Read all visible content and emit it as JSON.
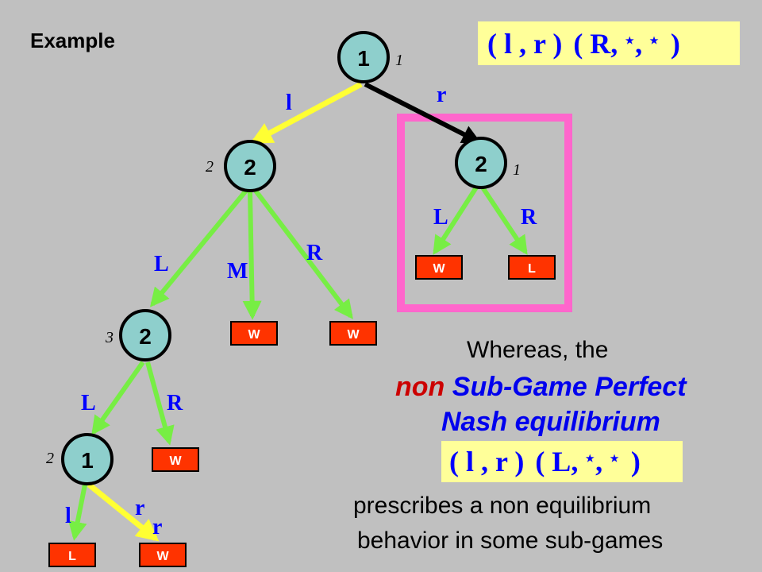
{
  "title": "Example",
  "strategy_top": {
    "open": "( l , r )",
    "mid": "( R,",
    "sep": ",",
    "close": ")",
    "star": "⋆"
  },
  "strategy_bottom": {
    "open": "( l , r )",
    "mid": "( L,",
    "sep": ",",
    "close": ")",
    "star": "⋆"
  },
  "text": {
    "whereas": "Whereas, the",
    "non": "non",
    "sgp": "Sub-Game Perfect",
    "nash": "Nash equilibrium",
    "prescribes": "prescribes a  non equilibrium",
    "behavior": "behavior in some sub-games"
  },
  "nodes": [
    {
      "id": "n1",
      "label": "1",
      "info": "1"
    },
    {
      "id": "n2",
      "label": "2",
      "info": "2"
    },
    {
      "id": "n3",
      "label": "2",
      "info": "1"
    },
    {
      "id": "n4",
      "label": "2",
      "info": "3"
    },
    {
      "id": "n5",
      "label": "1",
      "info": "2"
    }
  ],
  "edge_labels": {
    "root_left": "l",
    "root_right": "r",
    "n2_left": "L",
    "n2_mid": "M",
    "n2_right": "R",
    "n3_left": "L",
    "n3_right": "R",
    "n4_left": "L",
    "n4_right": "R",
    "n5_left": "l",
    "n5_right_a": "r",
    "n5_right_b": "r"
  },
  "leaves": [
    {
      "id": "leaf_n3_L",
      "label": "W"
    },
    {
      "id": "leaf_n3_R",
      "label": "L"
    },
    {
      "id": "leaf_n2_M",
      "label": "W"
    },
    {
      "id": "leaf_n2_R",
      "label": "W"
    },
    {
      "id": "leaf_n4_R",
      "label": "W"
    },
    {
      "id": "leaf_n5_l",
      "label": "L"
    },
    {
      "id": "leaf_n5_r",
      "label": "W"
    }
  ],
  "colors": {
    "background": "#c0c0c0",
    "node_fill": "#8ecfcc",
    "green_edge": "#77ee44",
    "yellow_edge": "#ffff33",
    "black_edge": "#000000",
    "leaf_fill": "#ff3300",
    "subgame_box": "#ff66cc",
    "strategy_box": "#ffff99",
    "strategy_text": "#0000ff",
    "highlight_red": "#cc0000",
    "highlight_blue": "#0000ee"
  }
}
